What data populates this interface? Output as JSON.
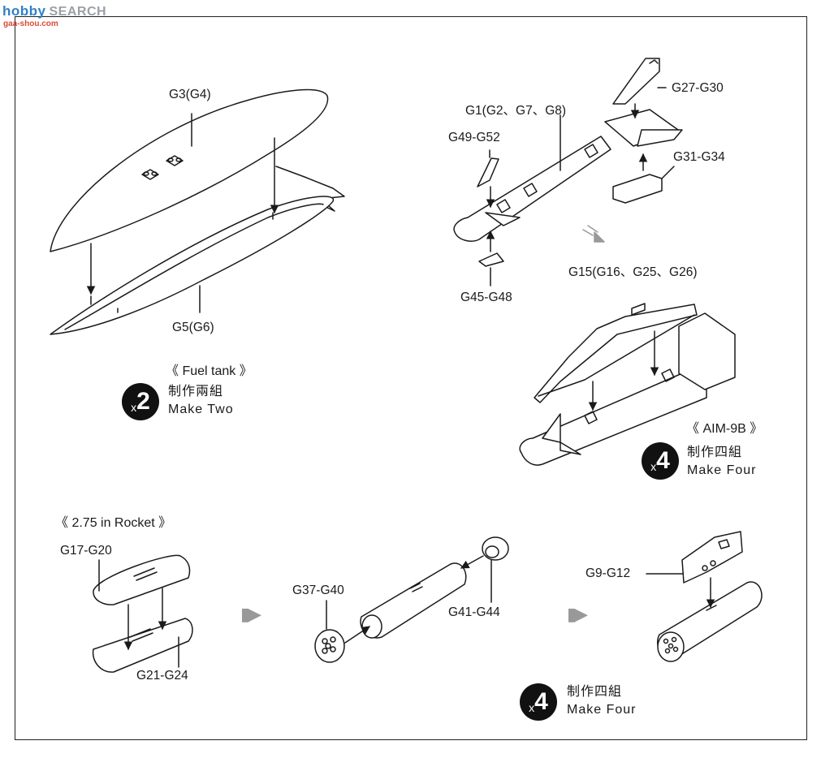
{
  "watermark": {
    "brand": "hobby",
    "search": "SEARCH",
    "sub": "gaa-shou.com"
  },
  "fuel_tank": {
    "upper_part": "G3(G4)",
    "lower_part": "G5(G6)",
    "title": "《 Fuel tank 》",
    "multiplier": {
      "x": "x",
      "n": "2"
    },
    "note_cn": "制作兩組",
    "note_en": "Make Two"
  },
  "aim9b": {
    "body_part": "G1(G2、G7、G8)",
    "rear_fin_top": "G27-G30",
    "front_fin": "G49-G52",
    "rear_fin_bottom": "G31-G34",
    "front_fin_bottom": "G45-G48",
    "rail": "G15(G16、G25、G26)",
    "title": "《 AIM-9B 》",
    "multiplier": {
      "x": "x",
      "n": "4"
    },
    "note_cn": "制作四組",
    "note_en": "Make Four"
  },
  "rocket": {
    "title": "《 2.75  in  Rocket 》",
    "upper_half": "G17-G20",
    "lower_half": "G21-G24",
    "front_cap": "G37-G40",
    "rear_cap": "G41-G44",
    "pylon": "G9-G12",
    "multiplier": {
      "x": "x",
      "n": "4"
    },
    "note_cn": "制作四組",
    "note_en": "Make Four"
  },
  "flow_arrow_glyph": "▮▶"
}
